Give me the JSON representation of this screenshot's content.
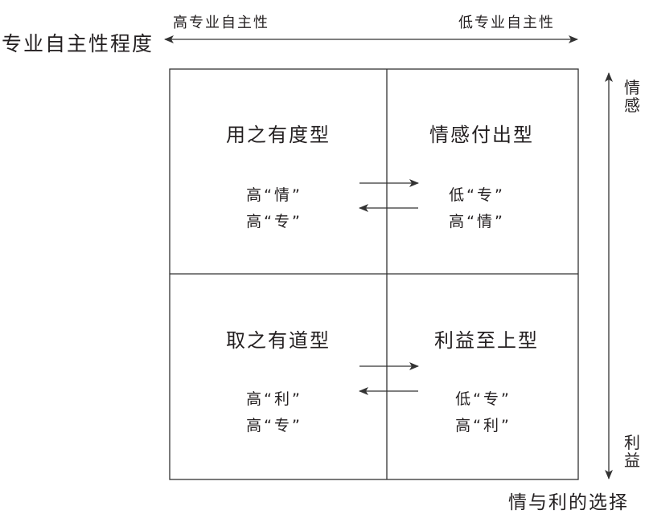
{
  "x_axis": {
    "title": "专业自主性程度",
    "left_label": "高专业自主性",
    "right_label": "低专业自主性"
  },
  "y_axis": {
    "top_label": "情感",
    "bottom_label": "利益",
    "title": "情与利的选择"
  },
  "quadrants": {
    "top_left": {
      "title": "用之有度型",
      "line1": "高“情”",
      "line2": "高“专”"
    },
    "top_right": {
      "title": "情感付出型",
      "line1": "低“专”",
      "line2": "高“情”"
    },
    "bottom_left": {
      "title": "取之有道型",
      "line1": "高“利”",
      "line2": "高“专”"
    },
    "bottom_right": {
      "title": "利益至上型",
      "line1": "低“专”",
      "line2": "高“利”"
    }
  },
  "colors": {
    "ink": "#231f20",
    "line": "#333333"
  }
}
